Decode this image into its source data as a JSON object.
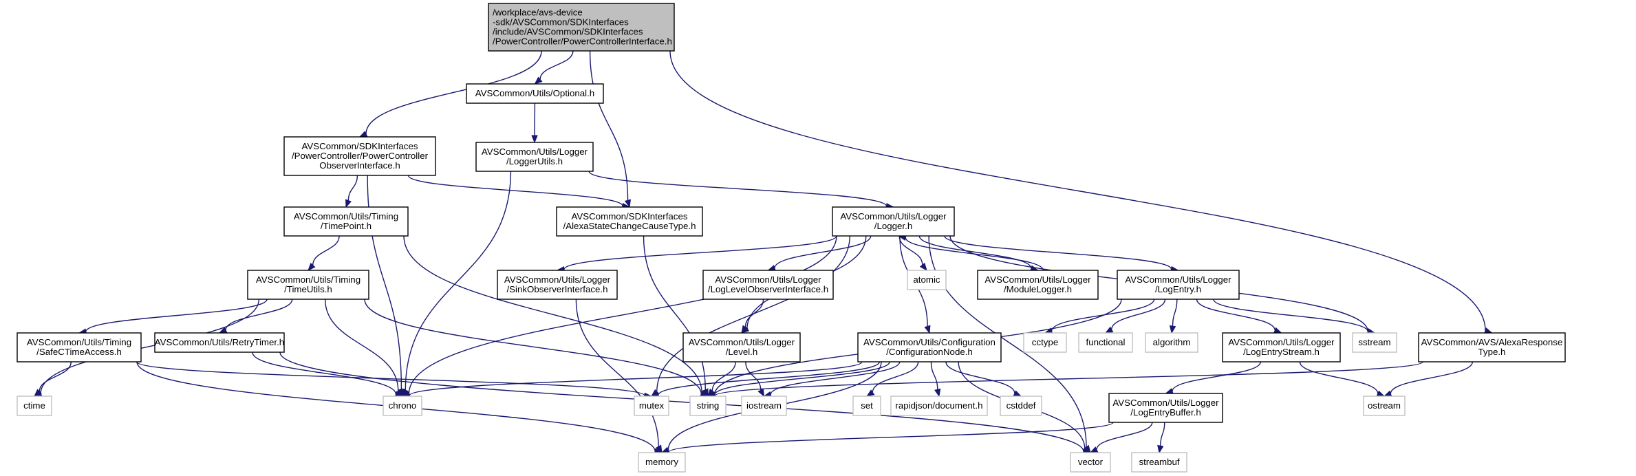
{
  "diagram": {
    "type": "include-dependency-graph",
    "nodes": [
      {
        "id": "root",
        "kind": "root",
        "lines": [
          "/workplace/avs-device",
          "-sdk/AVSCommon/SDKInterfaces",
          "/include/AVSCommon/SDKInterfaces",
          "/PowerController/PowerControllerInterface.h"
        ]
      },
      {
        "id": "optional",
        "kind": "inc",
        "lines": [
          "AVSCommon/Utils/Optional.h"
        ]
      },
      {
        "id": "pcobs",
        "kind": "inc",
        "lines": [
          "AVSCommon/SDKInterfaces",
          "/PowerController/PowerController",
          "ObserverInterface.h"
        ]
      },
      {
        "id": "loggerutils",
        "kind": "inc",
        "lines": [
          "AVSCommon/Utils/Logger",
          "/LoggerUtils.h"
        ]
      },
      {
        "id": "alexastate",
        "kind": "inc",
        "lines": [
          "AVSCommon/SDKInterfaces",
          "/AlexaStateChangeCauseType.h"
        ]
      },
      {
        "id": "timepoint",
        "kind": "inc",
        "lines": [
          "AVSCommon/Utils/Timing",
          "/TimePoint.h"
        ]
      },
      {
        "id": "logger",
        "kind": "inc",
        "lines": [
          "AVSCommon/Utils/Logger",
          "/Logger.h"
        ]
      },
      {
        "id": "timeutils",
        "kind": "inc",
        "lines": [
          "AVSCommon/Utils/Timing",
          "/TimeUtils.h"
        ]
      },
      {
        "id": "sinkobs",
        "kind": "inc",
        "lines": [
          "AVSCommon/Utils/Logger",
          "/SinkObserverInterface.h"
        ]
      },
      {
        "id": "loglevelobs",
        "kind": "inc",
        "lines": [
          "AVSCommon/Utils/Logger",
          "/LogLevelObserverInterface.h"
        ]
      },
      {
        "id": "atomic",
        "kind": "sys",
        "lines": [
          "atomic"
        ]
      },
      {
        "id": "modulelogger",
        "kind": "inc",
        "lines": [
          "AVSCommon/Utils/Logger",
          "/ModuleLogger.h"
        ]
      },
      {
        "id": "logentry",
        "kind": "inc",
        "lines": [
          "AVSCommon/Utils/Logger",
          "/LogEntry.h"
        ]
      },
      {
        "id": "safectime",
        "kind": "inc",
        "lines": [
          "AVSCommon/Utils/Timing",
          "/SafeCTimeAccess.h"
        ]
      },
      {
        "id": "retrytimer",
        "kind": "inc",
        "lines": [
          "AVSCommon/Utils/RetryTimer.h"
        ]
      },
      {
        "id": "level",
        "kind": "inc",
        "lines": [
          "AVSCommon/Utils/Logger",
          "/Level.h"
        ]
      },
      {
        "id": "confignode",
        "kind": "inc",
        "lines": [
          "AVSCommon/Utils/Configuration",
          "/ConfigurationNode.h"
        ]
      },
      {
        "id": "cctype",
        "kind": "sys",
        "lines": [
          "cctype"
        ]
      },
      {
        "id": "functional",
        "kind": "sys",
        "lines": [
          "functional"
        ]
      },
      {
        "id": "algorithm",
        "kind": "sys",
        "lines": [
          "algorithm"
        ]
      },
      {
        "id": "logentrystream",
        "kind": "inc",
        "lines": [
          "AVSCommon/Utils/Logger",
          "/LogEntryStream.h"
        ]
      },
      {
        "id": "sstream",
        "kind": "sys",
        "lines": [
          "sstream"
        ]
      },
      {
        "id": "alexaresp",
        "kind": "inc",
        "lines": [
          "AVSCommon/AVS/AlexaResponse",
          "Type.h"
        ]
      },
      {
        "id": "ctime",
        "kind": "sys",
        "lines": [
          "ctime"
        ]
      },
      {
        "id": "chrono",
        "kind": "sys",
        "lines": [
          "chrono"
        ]
      },
      {
        "id": "mutex",
        "kind": "sys",
        "lines": [
          "mutex"
        ]
      },
      {
        "id": "string",
        "kind": "sys",
        "lines": [
          "string"
        ]
      },
      {
        "id": "iostream",
        "kind": "sys",
        "lines": [
          "iostream"
        ]
      },
      {
        "id": "set",
        "kind": "sys",
        "lines": [
          "set"
        ]
      },
      {
        "id": "rapidjson",
        "kind": "sys",
        "lines": [
          "rapidjson/document.h"
        ]
      },
      {
        "id": "cstddef",
        "kind": "sys",
        "lines": [
          "cstddef"
        ]
      },
      {
        "id": "logentrybuffer",
        "kind": "inc",
        "lines": [
          "AVSCommon/Utils/Logger",
          "/LogEntryBuffer.h"
        ]
      },
      {
        "id": "ostream",
        "kind": "sys",
        "lines": [
          "ostream"
        ]
      },
      {
        "id": "memory",
        "kind": "sys",
        "lines": [
          "memory"
        ]
      },
      {
        "id": "vector",
        "kind": "sys",
        "lines": [
          "vector"
        ]
      },
      {
        "id": "streambuf",
        "kind": "sys",
        "lines": [
          "streambuf"
        ]
      }
    ],
    "edges": [
      [
        "root",
        "optional"
      ],
      [
        "root",
        "pcobs"
      ],
      [
        "root",
        "alexastate"
      ],
      [
        "root",
        "alexaresp"
      ],
      [
        "optional",
        "loggerutils"
      ],
      [
        "pcobs",
        "timepoint"
      ],
      [
        "pcobs",
        "alexastate"
      ],
      [
        "pcobs",
        "chrono"
      ],
      [
        "loggerutils",
        "logger"
      ],
      [
        "loggerutils",
        "chrono"
      ],
      [
        "alexastate",
        "string"
      ],
      [
        "timepoint",
        "timeutils"
      ],
      [
        "timepoint",
        "string"
      ],
      [
        "timeutils",
        "safectime"
      ],
      [
        "timeutils",
        "retrytimer"
      ],
      [
        "timeutils",
        "ctime"
      ],
      [
        "timeutils",
        "chrono"
      ],
      [
        "timeutils",
        "string"
      ],
      [
        "safectime",
        "ctime"
      ],
      [
        "safectime",
        "mutex"
      ],
      [
        "safectime",
        "memory"
      ],
      [
        "retrytimer",
        "chrono"
      ],
      [
        "retrytimer",
        "vector"
      ],
      [
        "logger",
        "sinkobs"
      ],
      [
        "logger",
        "loglevelobs"
      ],
      [
        "logger",
        "level"
      ],
      [
        "logger",
        "confignode"
      ],
      [
        "logger",
        "atomic"
      ],
      [
        "logger",
        "modulelogger"
      ],
      [
        "logger",
        "logentry"
      ],
      [
        "logger",
        "chrono"
      ],
      [
        "logger",
        "mutex"
      ],
      [
        "logger",
        "sstream"
      ],
      [
        "logger",
        "vector"
      ],
      [
        "modulelogger",
        "logger"
      ],
      [
        "sinkobs",
        "memory"
      ],
      [
        "loglevelobs",
        "level"
      ],
      [
        "level",
        "string"
      ],
      [
        "level",
        "iostream"
      ],
      [
        "logentry",
        "cctype"
      ],
      [
        "logentry",
        "functional"
      ],
      [
        "logentry",
        "algorithm"
      ],
      [
        "logentry",
        "logentrystream"
      ],
      [
        "logentry",
        "sstream"
      ],
      [
        "logentry",
        "string"
      ],
      [
        "logentrystream",
        "logentrybuffer"
      ],
      [
        "logentrystream",
        "ostream"
      ],
      [
        "logentrybuffer",
        "memory"
      ],
      [
        "logentrybuffer",
        "vector"
      ],
      [
        "logentrybuffer",
        "streambuf"
      ],
      [
        "confignode",
        "chrono"
      ],
      [
        "confignode",
        "mutex"
      ],
      [
        "confignode",
        "string"
      ],
      [
        "confignode",
        "iostream"
      ],
      [
        "confignode",
        "set"
      ],
      [
        "confignode",
        "rapidjson"
      ],
      [
        "confignode",
        "cstddef"
      ],
      [
        "confignode",
        "memory"
      ],
      [
        "confignode",
        "vector"
      ],
      [
        "alexaresp",
        "string"
      ],
      [
        "alexaresp",
        "ostream"
      ]
    ]
  }
}
